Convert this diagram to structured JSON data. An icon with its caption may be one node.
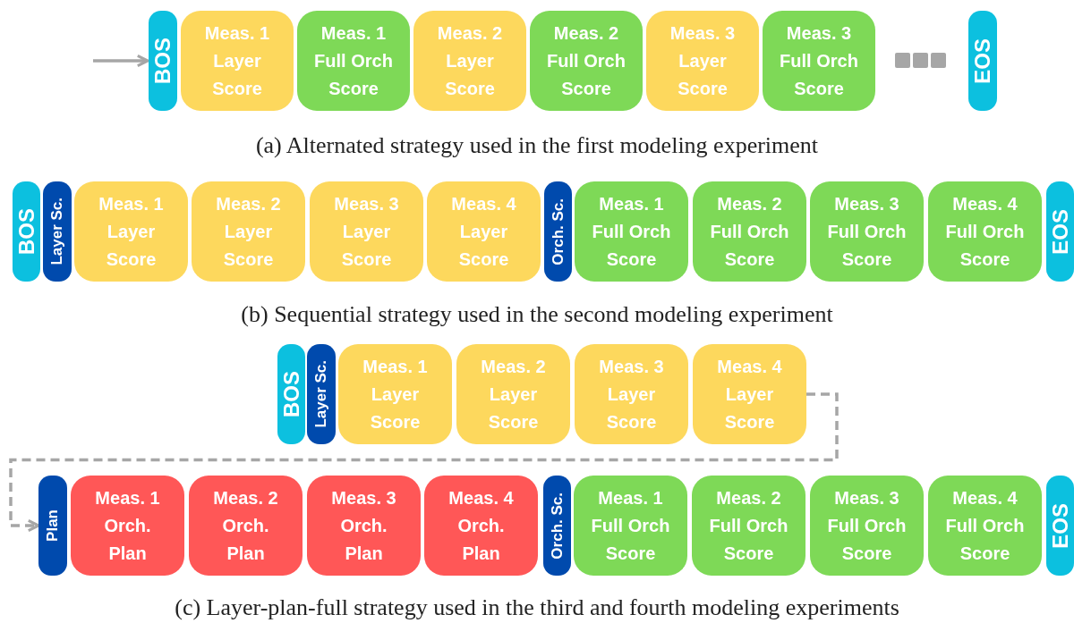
{
  "diagram": {
    "nodes": [
      {
        "text": [
          "BOS"
        ]
      },
      {
        "text": [
          "Meas. 1 Layer Score"
        ]
      },
      {
        "text": [
          "Meas. 1 Full Orch Score"
        ]
      },
      {
        "text": [
          "Meas. 2 Layer Score"
        ]
      },
      {
        "text": [
          "Meas. 2 Full Orch Score"
        ]
      },
      {
        "text": [
          "Meas. 3 Layer Score"
        ]
      },
      {
        "text": [
          "Meas. 3 Full Orch Score"
        ]
      },
      {
        "text": [],
        "shape": "box"
      },
      {
        "text": [],
        "shape": "box"
      },
      {
        "text": [],
        "shape": "box"
      },
      {
        "text": [
          "EOS"
        ]
      },
      {
        "text": [
          "BOS"
        ]
      },
      {
        "text": [
          "Layer Sc."
        ]
      },
      {
        "text": [
          "Meas. 1 Layer Score"
        ]
      },
      {
        "text": [
          "Meas. 2 Layer Score"
        ]
      },
      {
        "text": [
          "Meas. 3 Layer Score"
        ]
      },
      {
        "text": [
          "Meas. 4 Layer Score"
        ]
      },
      {
        "text": [
          "Orch. Sc."
        ]
      },
      {
        "text": [
          "Meas. 1 Full Orch Score"
        ]
      },
      {
        "text": [
          "Meas. 2 Full Orch Score"
        ]
      },
      {
        "text": [
          "Meas. 3 Full Orch Score"
        ]
      },
      {
        "text": [
          "Meas. 4 Full Orch Score"
        ]
      },
      {
        "text": [
          "EOS"
        ]
      },
      {
        "text": [
          "BOS"
        ]
      },
      {
        "text": [
          "Layer Sc."
        ]
      },
      {
        "text": [
          "Meas. 1 Layer Score"
        ]
      },
      {
        "text": [
          "Meas. 2 Layer Score"
        ]
      },
      {
        "text": [
          "Meas. 3 Layer Score"
        ]
      },
      {
        "text": [
          "Meas. 4 Layer Score"
        ]
      },
      {
        "text": [
          "Plan"
        ]
      },
      {
        "text": [
          "Meas. 1 Orch. Plan"
        ]
      },
      {
        "text": [
          "Meas. 2 Orch. Plan"
        ]
      },
      {
        "text": [
          "Meas. 3 Orch. Plan"
        ]
      },
      {
        "text": [
          "Meas. 4 Orch. Plan"
        ]
      },
      {
        "text": [
          "Orch. Sc."
        ]
      },
      {
        "text": [
          "Meas. 1 Full Orch Score"
        ]
      },
      {
        "text": [
          "Meas. 2 Full Orch Score"
        ]
      },
      {
        "text": [
          "Meas. 3 Full Orch Score"
        ]
      },
      {
        "text": [
          "Meas. 4 Full Orch Score"
        ]
      },
      {
        "text": [
          "EOS"
        ]
      }
    ],
    "edges": [
      {
        "from": null,
        "to": 0,
        "arrow": "to"
      },
      {
        "from": 28,
        "to": 29,
        "arrow": "to",
        "style": "dashed"
      }
    ],
    "labels": [
      "(a) Alternated strategy used in the first modeling experiment",
      "(b) Sequential strategy used in the second modeling experiment",
      "(c) Layer-plan-full strategy used in the third and fourth modeling experiments"
    ]
  }
}
